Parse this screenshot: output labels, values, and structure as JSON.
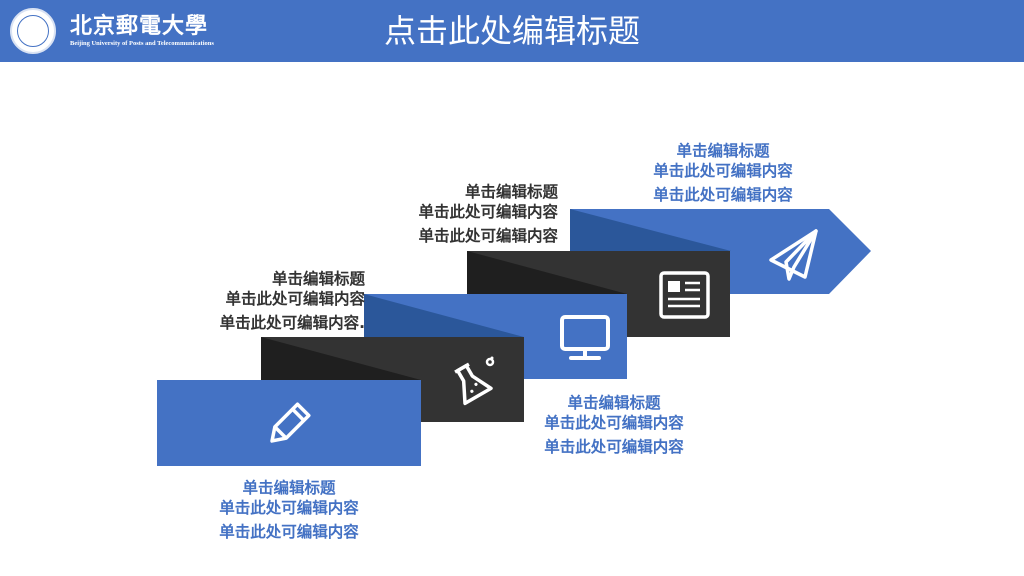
{
  "header": {
    "university_name": "北京郵電大學",
    "university_english": "Beijing University of Posts and Telecommunications",
    "title": "点击此处编辑标题"
  },
  "colors": {
    "accent": "#4472C4",
    "dark_block": "#333333",
    "shade": "#2B579A"
  },
  "steps": [
    {
      "icon": "pencil-icon",
      "heading": "单击编辑标题",
      "line1": "单击此处可编辑内容",
      "line2": "单击此处可编辑内容"
    },
    {
      "icon": "flask-icon",
      "heading": "单击编辑标题",
      "line1": "单击此处可编辑内容",
      "line2": "单击此处可编辑内容."
    },
    {
      "icon": "monitor-icon",
      "heading": "单击编辑标题",
      "line1": "单击此处可编辑内容",
      "line2": "单击此处可编辑内容"
    },
    {
      "icon": "newspaper-icon",
      "heading": "单击编辑标题",
      "line1": "单击此处可编辑内容",
      "line2": "单击此处可编辑内容"
    },
    {
      "icon": "paper-plane-icon",
      "heading": "单击编辑标题",
      "line1": "单击此处可编辑内容",
      "line2": "单击此处可编辑内容"
    }
  ]
}
